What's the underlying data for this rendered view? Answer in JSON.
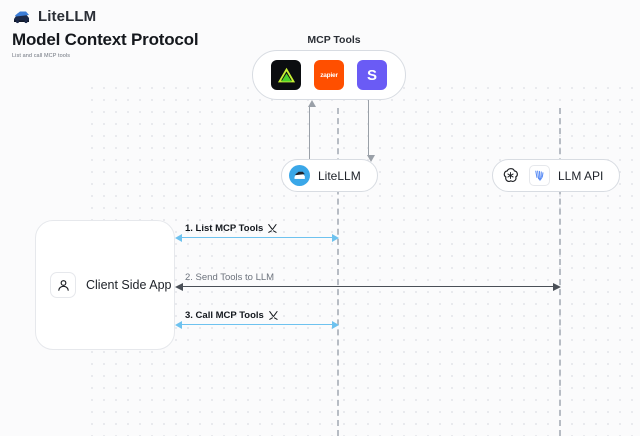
{
  "header": {
    "brand": "LiteLLM",
    "brand_logo_icon": "litellm-logo-icon",
    "title": "Model Context Protocol",
    "subtitle": "List and call MCP tools"
  },
  "diagram": {
    "mcp_group": {
      "label": "MCP Tools",
      "tools": [
        {
          "name": "triangle-tool-icon",
          "glyph": "▲",
          "bg": "#0b0d10",
          "fg": "#6fd43a",
          "style": "triangle"
        },
        {
          "name": "zapier-tool-icon",
          "glyph": "zapier",
          "bg": "#ff4f00",
          "fg": "#ffffff",
          "style": "text"
        },
        {
          "name": "slack-s-tool-icon",
          "glyph": "S",
          "bg": "#6a5bf5",
          "fg": "#ffffff",
          "style": "letter"
        }
      ]
    },
    "nodes": [
      {
        "id": "litellm",
        "label": "LiteLLM",
        "icon": "litellm-avatar-icon"
      },
      {
        "id": "llm_api",
        "label": "LLM API",
        "icons": [
          "openai-icon",
          "anthropic-icon"
        ]
      },
      {
        "id": "client",
        "label": "Client Side App",
        "icon": "user-icon"
      }
    ],
    "messages": [
      {
        "id": "m1",
        "text": "1. List MCP Tools",
        "icon": "tools-icon",
        "color": "#6ec2ef",
        "style": "blue",
        "direction": "both"
      },
      {
        "id": "m2",
        "text": "2. Send Tools to LLM",
        "icon": "",
        "color": "#4a4f57",
        "style": "gray",
        "direction": "both"
      },
      {
        "id": "m3",
        "text": "3. Call MCP Tools",
        "icon": "tools-icon",
        "color": "#6ec2ef",
        "style": "blue",
        "direction": "both"
      }
    ],
    "vertical_arrows": [
      {
        "id": "v-up",
        "direction": "up",
        "color": "#9aa0a8"
      },
      {
        "id": "v-down",
        "direction": "down",
        "color": "#9aa0a8"
      }
    ]
  },
  "colors": {
    "canvas_bg": "#fbfbfc",
    "dot_grid": "#e3e5e9",
    "node_border": "#d8dce2",
    "lifeline": "#b7bcc4",
    "accent_blue": "#6ec2ef",
    "text_dark": "#15181d",
    "text_muted": "#6d737d"
  }
}
